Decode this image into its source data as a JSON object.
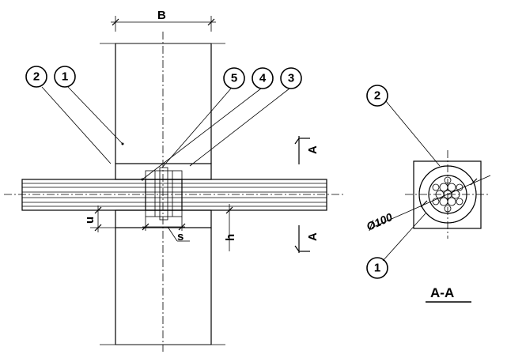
{
  "labels": {
    "dimension_width": "B",
    "section_marker": "A",
    "section_title": "A-A",
    "gap_u": "u",
    "gap_s": "s",
    "gap_h": "h",
    "diameter": "Ø100"
  },
  "callouts": {
    "one": "1",
    "two": "2",
    "three": "3",
    "four": "4",
    "five": "5"
  }
}
